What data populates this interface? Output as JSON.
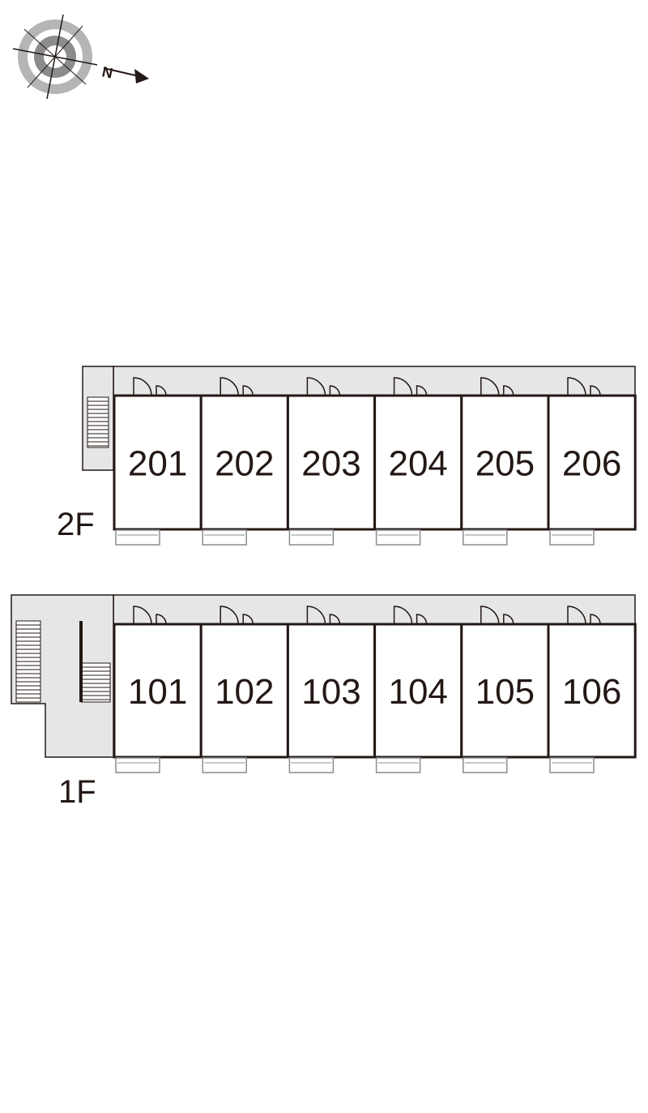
{
  "compass": {
    "north_label": "N",
    "icon": "compass-rose-icon"
  },
  "floors": [
    {
      "label": "2F",
      "units": [
        "201",
        "202",
        "203",
        "204",
        "205",
        "206"
      ]
    },
    {
      "label": "1F",
      "units": [
        "101",
        "102",
        "103",
        "104",
        "105",
        "106"
      ]
    }
  ],
  "colors": {
    "line": "#231815",
    "corridor": "#e6e6e6",
    "balcony": "#8c8c8c"
  }
}
